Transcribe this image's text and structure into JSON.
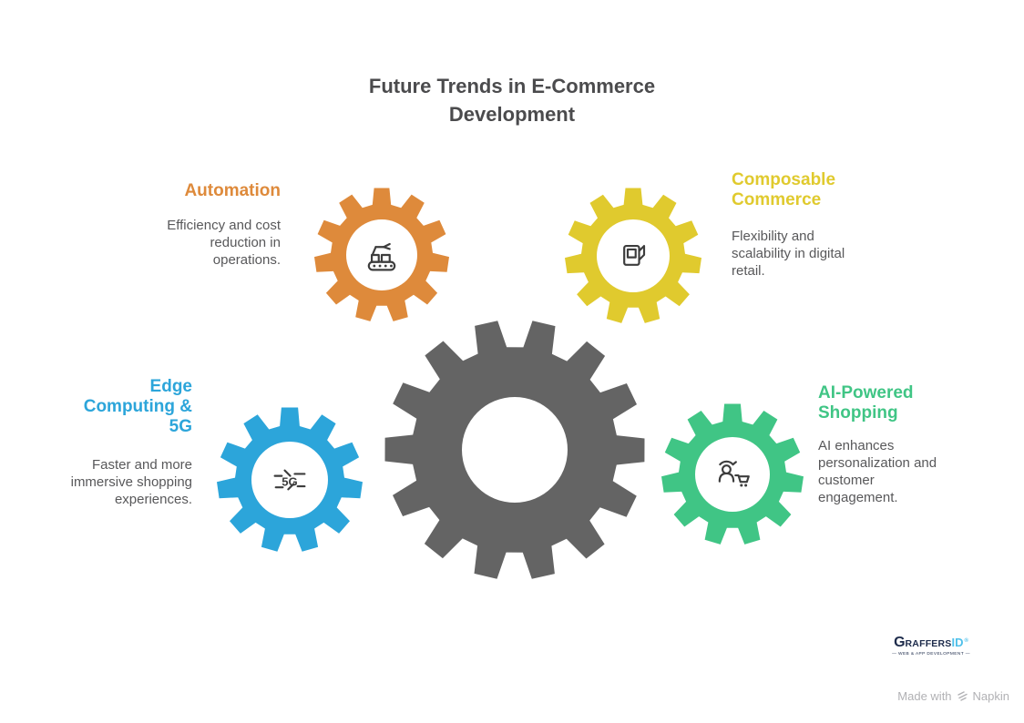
{
  "title": {
    "line1": "Future Trends in E-Commerce",
    "line2": "Development"
  },
  "trends": [
    {
      "heading": "Automation",
      "description": "Efficiency and cost reduction in operations.",
      "color": "#DE8A3B",
      "icon": "robotic-arm-conveyor"
    },
    {
      "heading": "Composable Commerce",
      "description": "Flexibility and scalability in digital retail.",
      "color": "#E0CA2E",
      "icon": "modular-commerce"
    },
    {
      "heading": "Edge Computing & 5G",
      "description": "Faster and more immersive shopping experiences.",
      "color": "#2CA5DA",
      "icon": "5g-network"
    },
    {
      "heading": "AI-Powered Shopping",
      "description": "AI enhances personalization and customer engagement.",
      "color": "#40C585",
      "icon": "ai-shopper-cart"
    }
  ],
  "center_gear_color": "#646464",
  "icon_label_5g": "5G",
  "footer": {
    "logo": {
      "g": "G",
      "raffers": "RAFFERS",
      "id": "ID",
      "trademark": "®",
      "tagline": "— WEB & APP DEVELOPMENT —"
    },
    "credit": {
      "prefix": "Made with",
      "brand": "Napkin"
    }
  }
}
